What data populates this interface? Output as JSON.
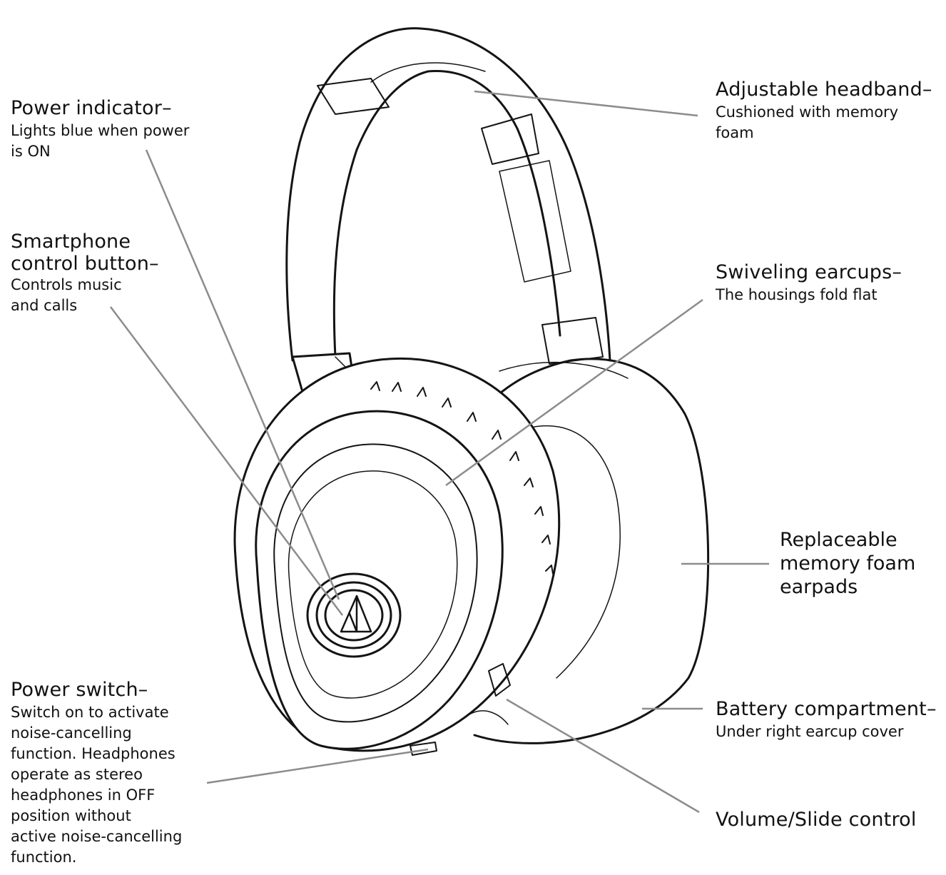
{
  "colors": {
    "leader": "#8c8c8c",
    "outline": "#141414",
    "background": "#ffffff"
  },
  "icons": {
    "logo": "triangle-logo-icon"
  },
  "callouts": {
    "headband": {
      "title": "Adjustable headband–",
      "lines": [
        "Cushioned with memory",
        "foam"
      ]
    },
    "power_indicator": {
      "title": "Power indicator–",
      "lines": [
        "Lights blue when power",
        "is ON"
      ]
    },
    "smartphone": {
      "title_lines": [
        "Smartphone",
        "control button–"
      ],
      "lines": [
        "Controls music",
        "and calls"
      ]
    },
    "swivel": {
      "title": "Swiveling earcups–",
      "lines": [
        "The housings fold flat"
      ]
    },
    "earpads": {
      "lines": [
        "Replaceable",
        "memory foam",
        "earpads"
      ]
    },
    "power_switch": {
      "title": "Power switch–",
      "lines": [
        "Switch on to activate",
        "noise-cancelling",
        "function. Headphones",
        "operate as stereo",
        "headphones in OFF",
        "position without",
        "active noise-cancelling",
        "function."
      ]
    },
    "battery": {
      "title": "Battery compartment–",
      "lines": [
        "Under right earcup cover"
      ]
    },
    "volume": {
      "title": "Volume/Slide control"
    }
  }
}
